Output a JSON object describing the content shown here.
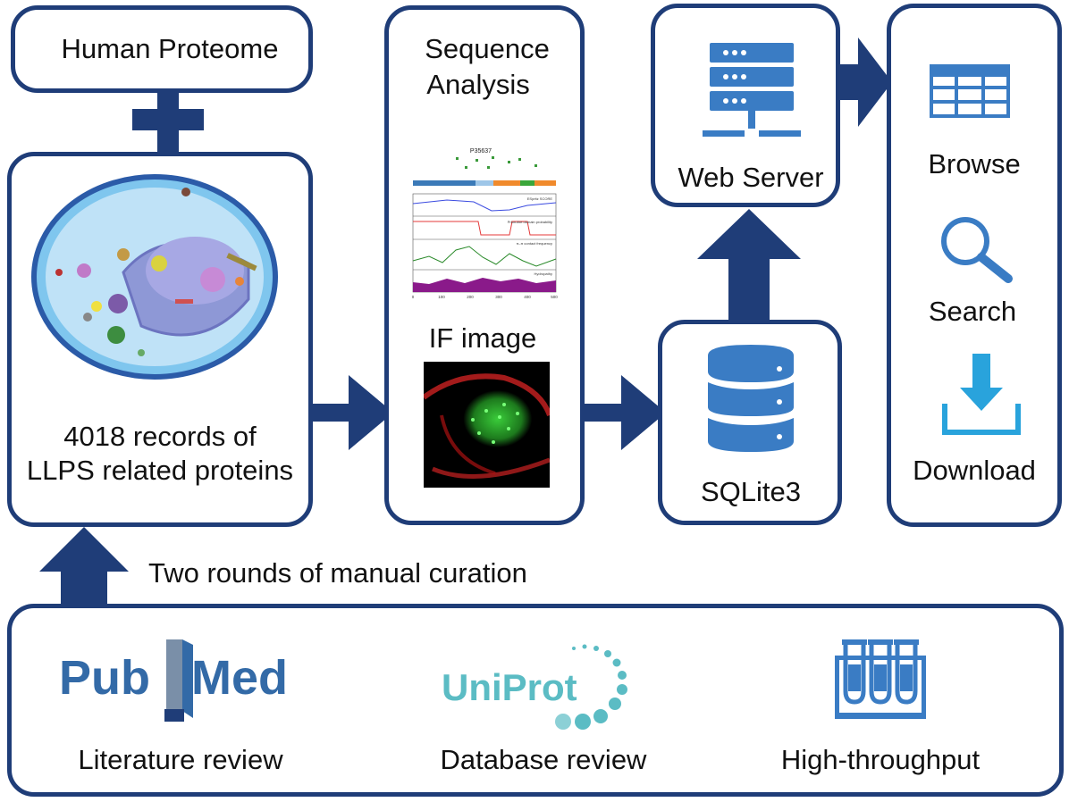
{
  "human_proteome": {
    "title": "Human Proteome"
  },
  "cell_box": {
    "caption_line1": "4018 records of",
    "caption_line2": "LLPS related proteins"
  },
  "analysis_box": {
    "title_line1": "Sequence",
    "title_line2": "Analysis",
    "plot_title": "P35637",
    "plot_legends": [
      "ESpritz SCORE",
      "Prion-like domain probability",
      "π–π contact frequency",
      "Hydropathy"
    ],
    "plot_x_ticks": [
      "0",
      "100",
      "200",
      "300",
      "400",
      "500"
    ],
    "if_label": "IF image"
  },
  "web_server": {
    "label": "Web Server"
  },
  "sqlite": {
    "label": "SQLite3"
  },
  "access_box": {
    "browse": "Browse",
    "search": "Search",
    "download": "Download"
  },
  "curation": {
    "label": "Two rounds of manual curation"
  },
  "sources": {
    "pubmed_left": "Pub",
    "pubmed_right": "Med",
    "pubmed_caption": "Literature review",
    "uniprot_logo": "UniProt",
    "uniprot_caption": "Database review",
    "htp_caption": "High-throughput"
  },
  "colors": {
    "border": "#1f3d78",
    "icon_blue": "#3a7cc4",
    "pubmed_blue": "#336aa7",
    "uniprot_teal": "#5bbcc4",
    "download_blue": "#29a3dc"
  }
}
